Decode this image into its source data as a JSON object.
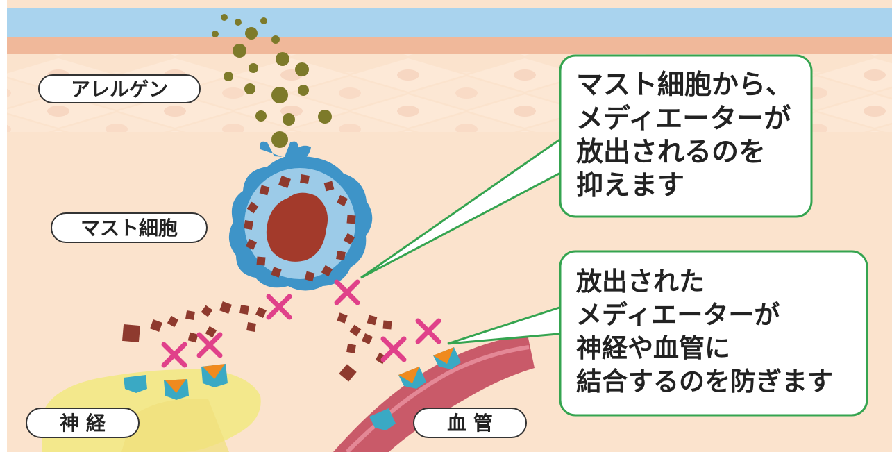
{
  "labels": {
    "allergen": "アレルゲン",
    "mast_cell": "マスト細胞",
    "nerve": "神 経",
    "blood_vessel": "血 管"
  },
  "callouts": {
    "top": [
      "マスト細胞から、",
      "メディエーターが",
      "放出されるのを",
      "抑えます"
    ],
    "bottom": [
      "放出された",
      "メディエーターが",
      "神経や血管に",
      "結合するのを防ぎます"
    ]
  },
  "colors": {
    "sky": "#a9d3ee",
    "skin_band": "#f0b89a",
    "tissue": "#fbe3cd",
    "cell_pattern": "#fde9d8",
    "allergen_particle": "#7d7a2a",
    "mast_cell_body": "#3e94c8",
    "mast_cell_inner": "#9ccbe8",
    "nucleus": "#a33a2b",
    "mediator": "#8e3a2e",
    "block_x": "#e0418a",
    "nerve": "#f3e88c",
    "vessel": "#c95a69",
    "receptor_blue": "#3aa9c4",
    "receptor_orange": "#f08a1e",
    "callout_border": "#35a450"
  }
}
